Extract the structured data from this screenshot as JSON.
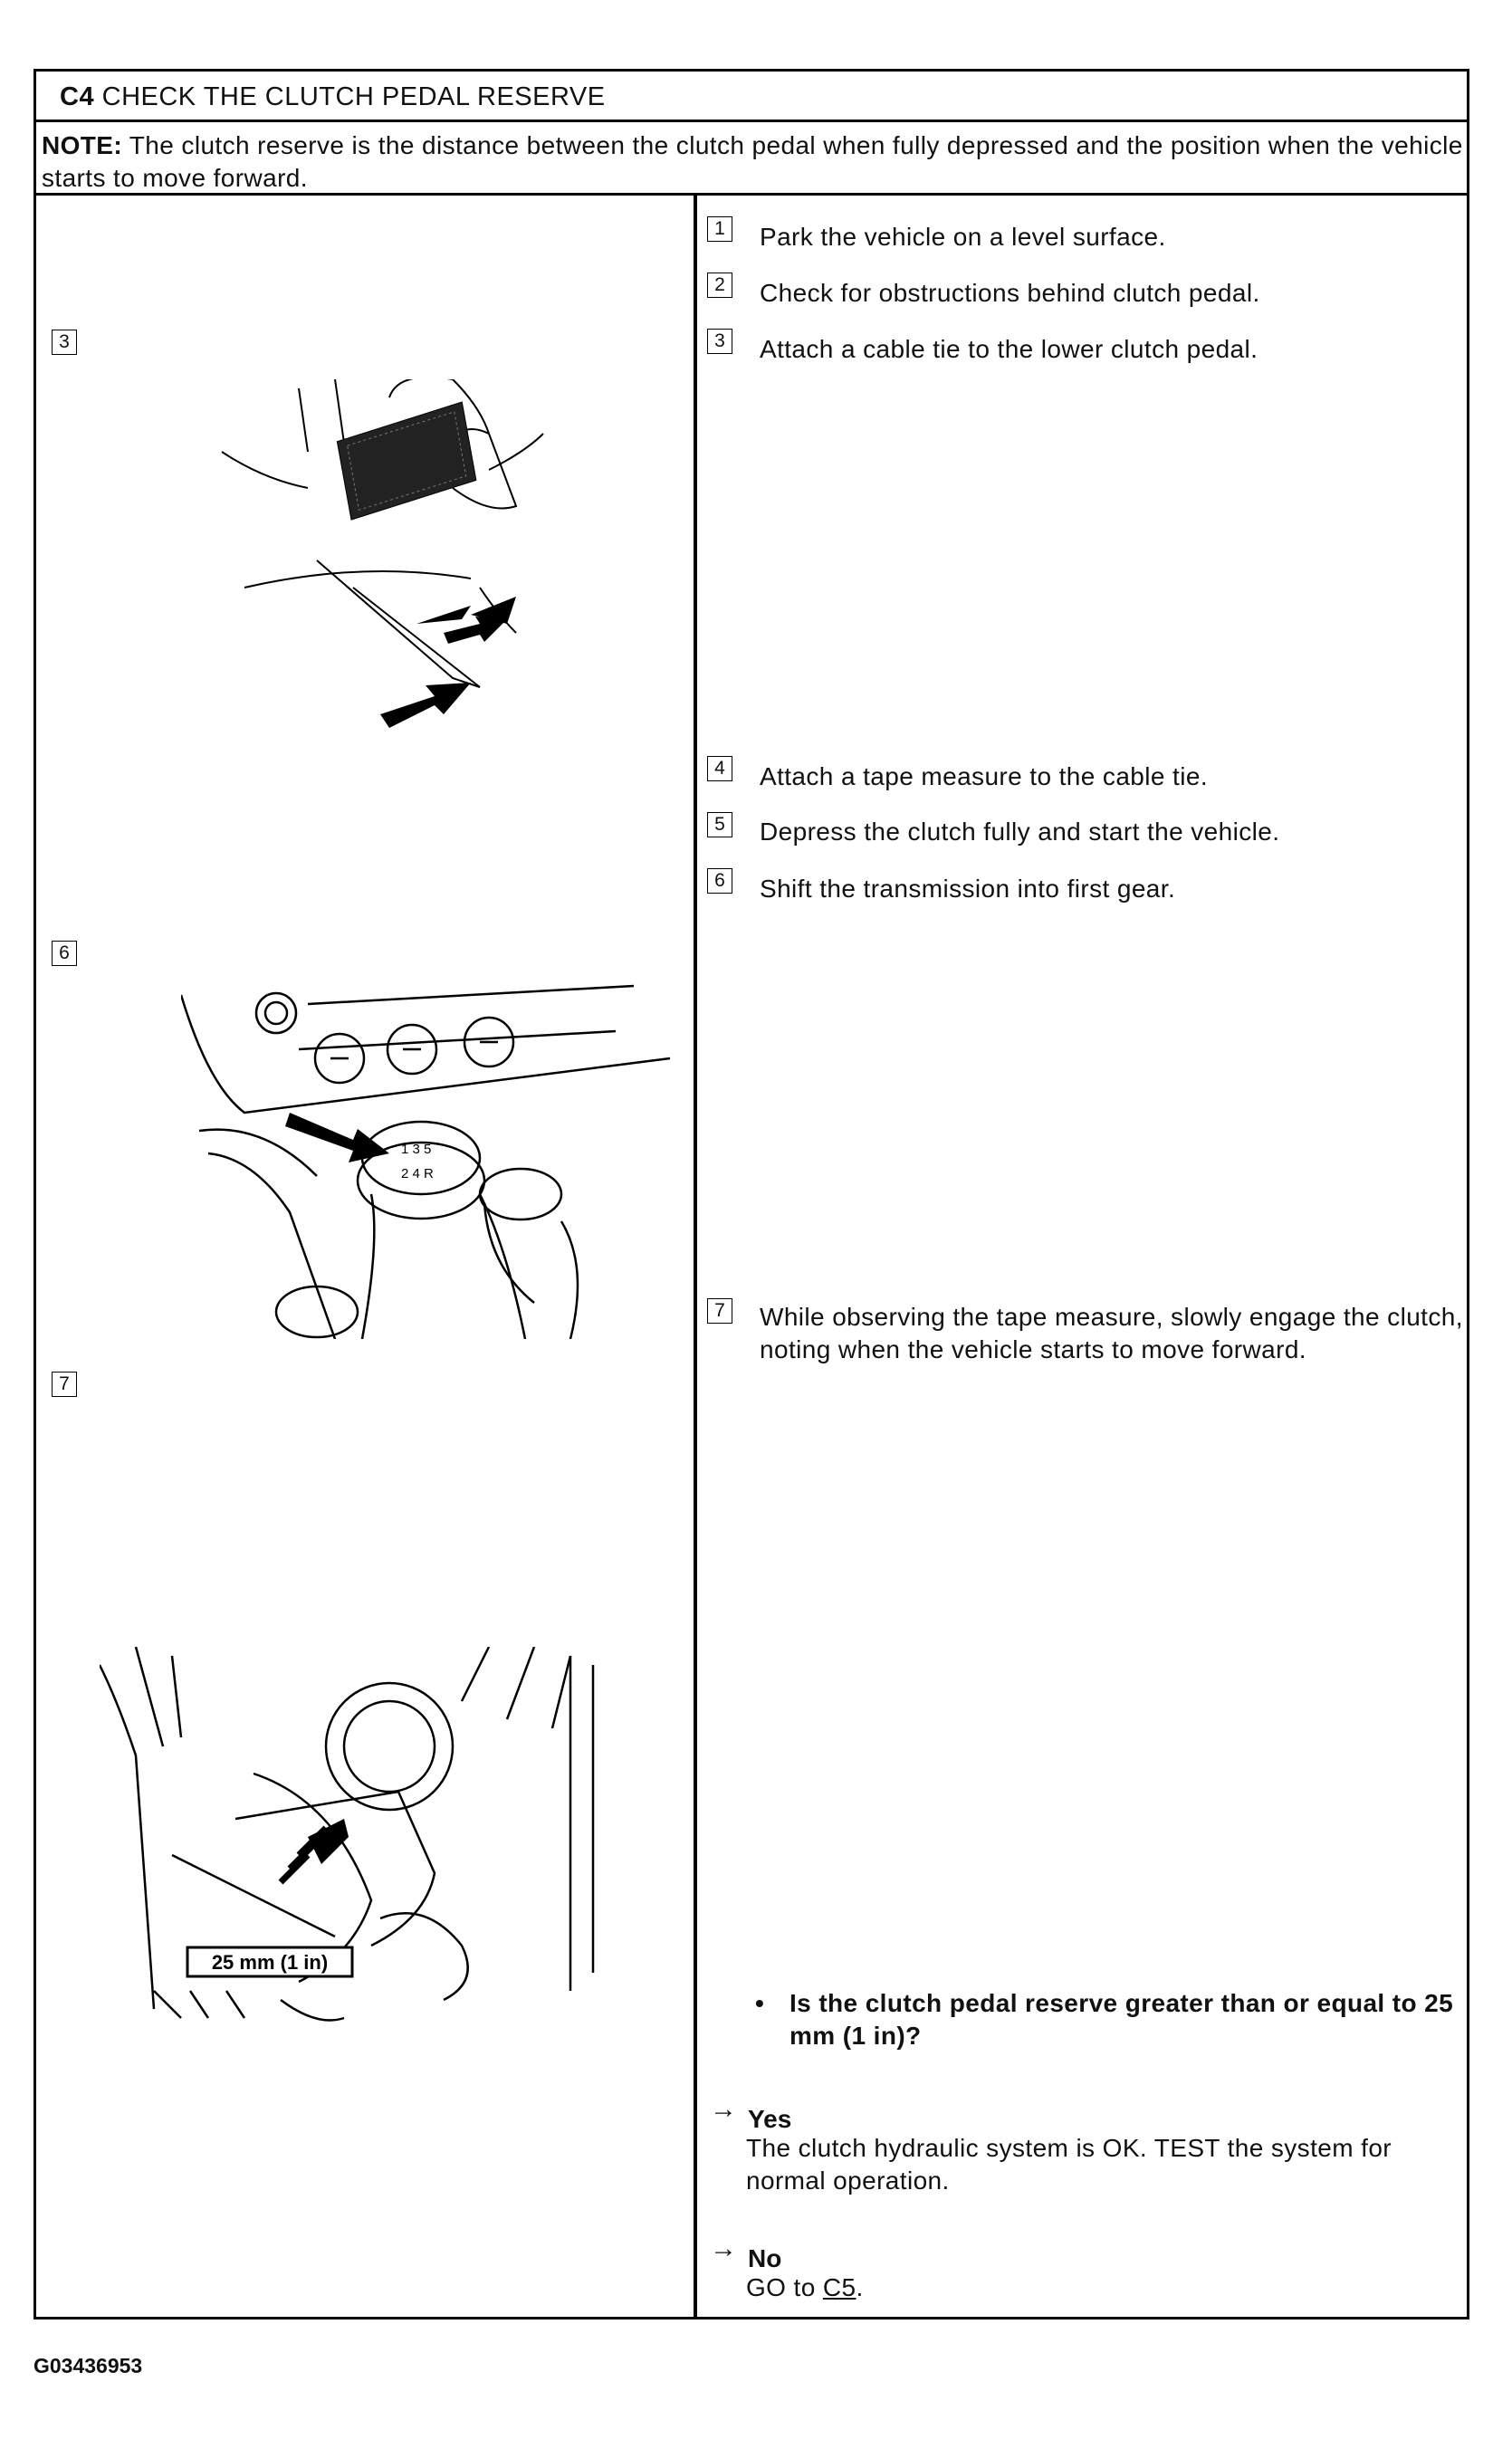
{
  "section": {
    "code": "C4",
    "title": "CHECK THE CLUTCH PEDAL RESERVE"
  },
  "note": {
    "label": "NOTE:",
    "text": "The clutch reserve is the distance between the clutch pedal when fully depressed and the position when the vehicle starts to move forward."
  },
  "figures": {
    "fig3": {
      "number": "3"
    },
    "fig6": {
      "number": "6"
    },
    "fig7": {
      "number": "7",
      "callout": "25 mm (1 in)"
    }
  },
  "steps": [
    {
      "number": "1",
      "text": "Park the vehicle on a level surface."
    },
    {
      "number": "2",
      "text": "Check for obstructions behind clutch pedal."
    },
    {
      "number": "3",
      "text": "Attach a cable tie to the lower clutch pedal."
    },
    {
      "number": "4",
      "text": "Attach a tape measure to the cable tie."
    },
    {
      "number": "5",
      "text": "Depress the clutch fully and start the vehicle."
    },
    {
      "number": "6",
      "text": "Shift the transmission into first gear."
    },
    {
      "number": "7",
      "text": "While observing the tape measure, slowly engage the clutch, noting when the vehicle starts to move forward."
    }
  ],
  "question": "Is the clutch pedal reserve greater than or equal to 25 mm (1 in)?",
  "answers": {
    "yes": {
      "label": "Yes",
      "text": "The clutch hydraulic system is OK. TEST the system for normal operation."
    },
    "no": {
      "label": "No",
      "text_prefix": "GO to ",
      "link": "C5",
      "text_suffix": "."
    }
  },
  "footer_id": "G03436953"
}
